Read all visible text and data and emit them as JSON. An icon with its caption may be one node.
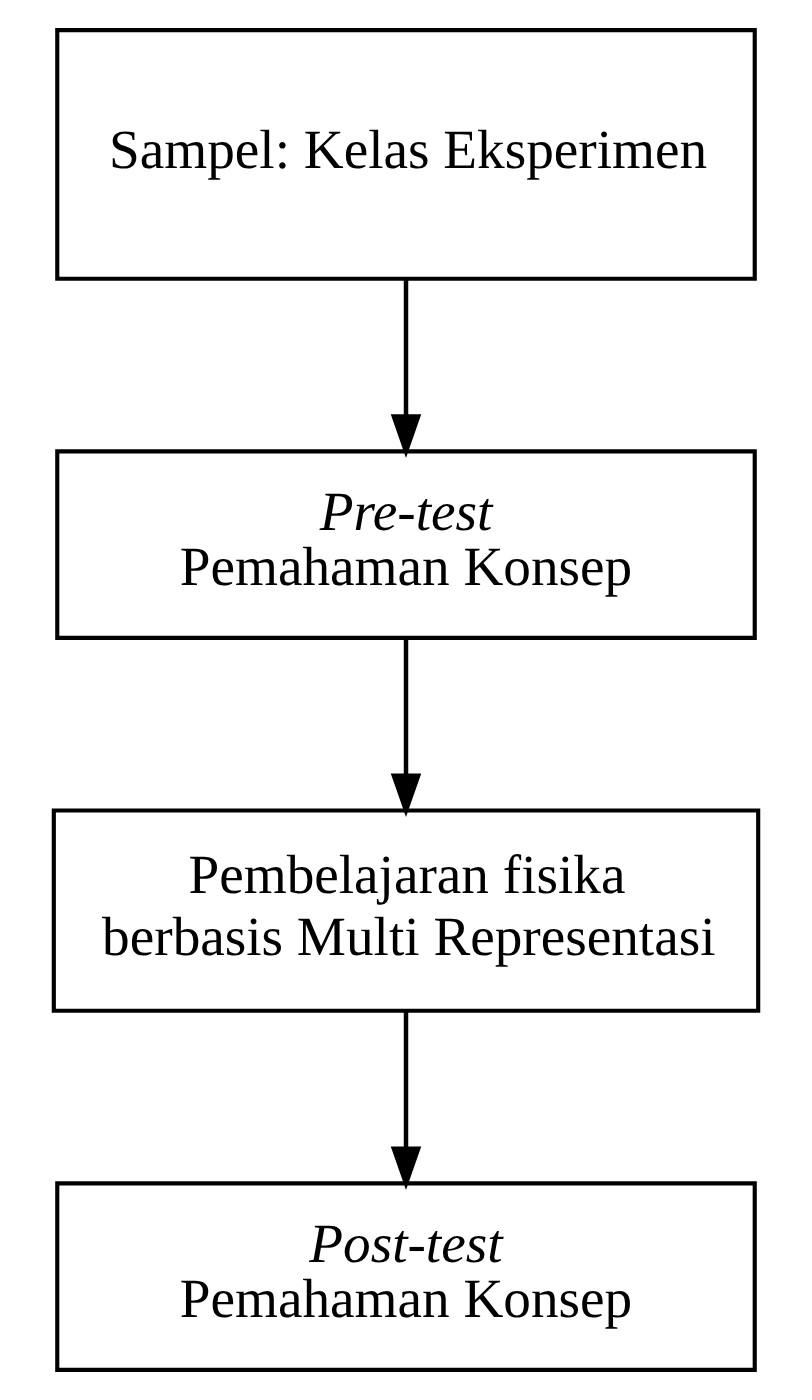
{
  "diagram": {
    "nodes": [
      {
        "text": [
          "Sampel: Kelas Eksperimen"
        ]
      },
      {
        "text": [
          "Pre-test",
          "Pemahaman Konsep"
        ]
      },
      {
        "text": [
          "Pembelajaran fisika berbasis Multi Representasi"
        ]
      },
      {
        "text": [
          "Post-test",
          "Pemahaman Konsep"
        ]
      }
    ],
    "edges": [
      {
        "from": 0,
        "to": 1,
        "arrow": "to"
      },
      {
        "from": 1,
        "to": 2,
        "arrow": "to"
      },
      {
        "from": 2,
        "to": 3,
        "arrow": "to"
      }
    ]
  }
}
